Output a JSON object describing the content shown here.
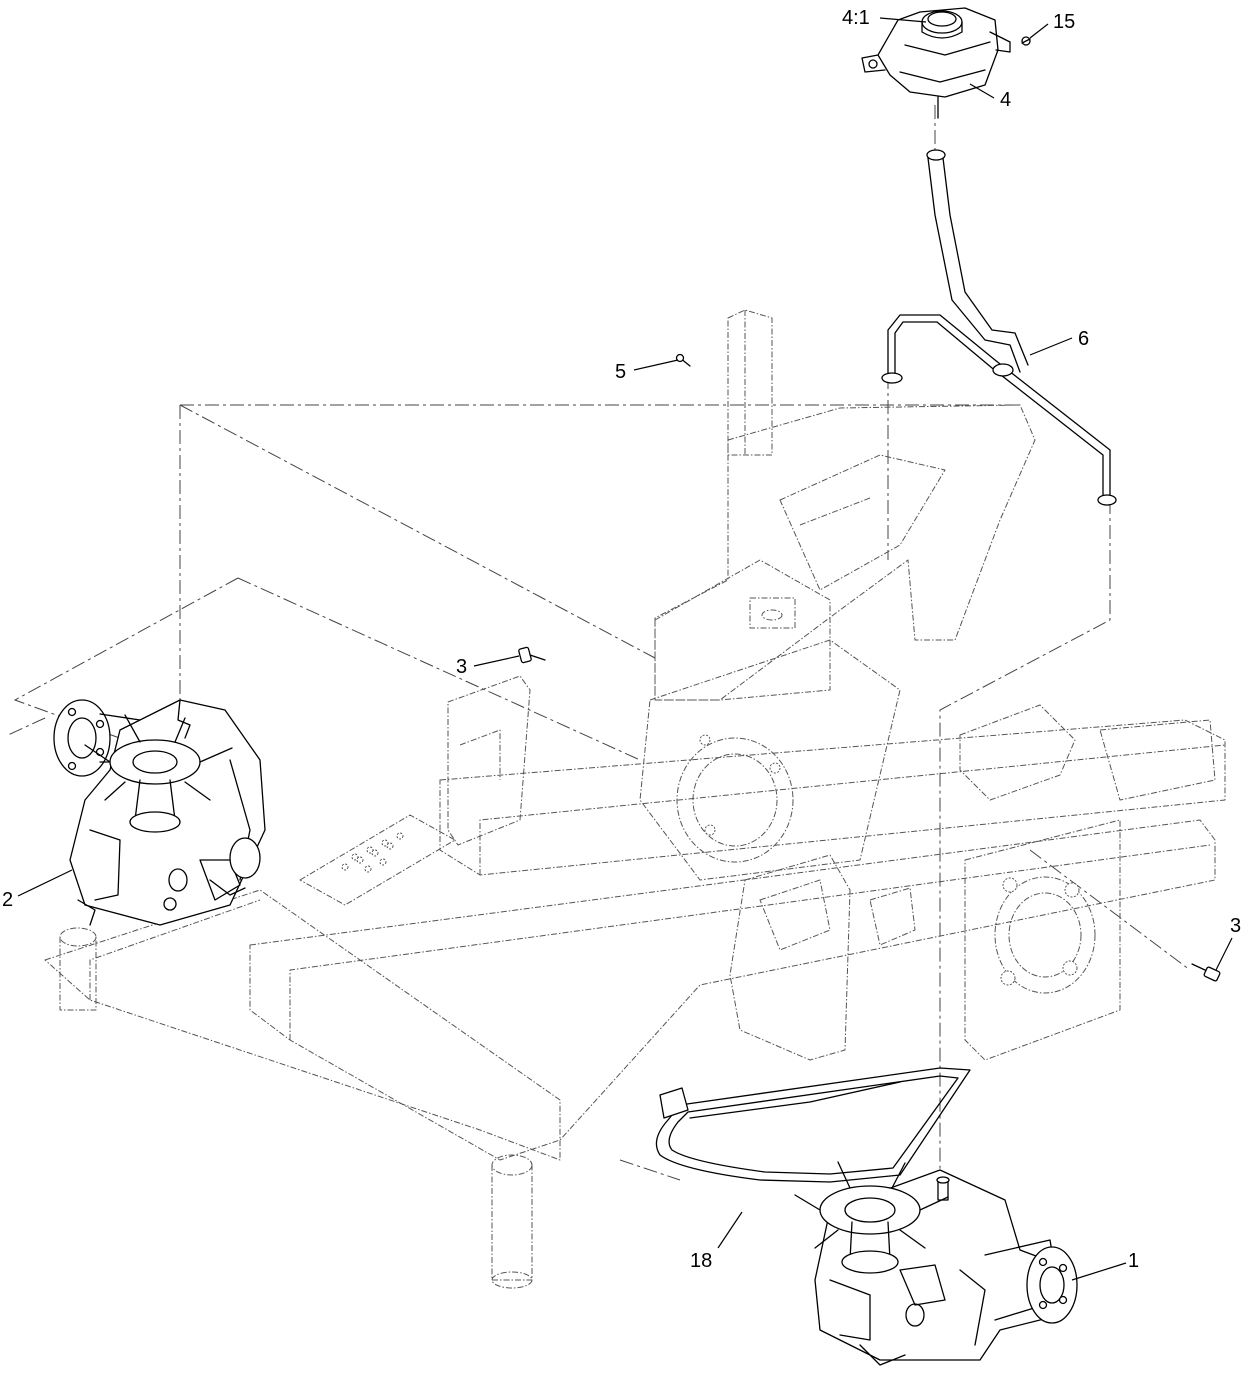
{
  "diagram": {
    "callouts": {
      "c_4_1": "4:1",
      "c_15": "15",
      "c_4": "4",
      "c_6": "6",
      "c_5": "5",
      "c_3a": "3",
      "c_3b": "3",
      "c_2": "2",
      "c_18": "18",
      "c_1": "1"
    }
  }
}
